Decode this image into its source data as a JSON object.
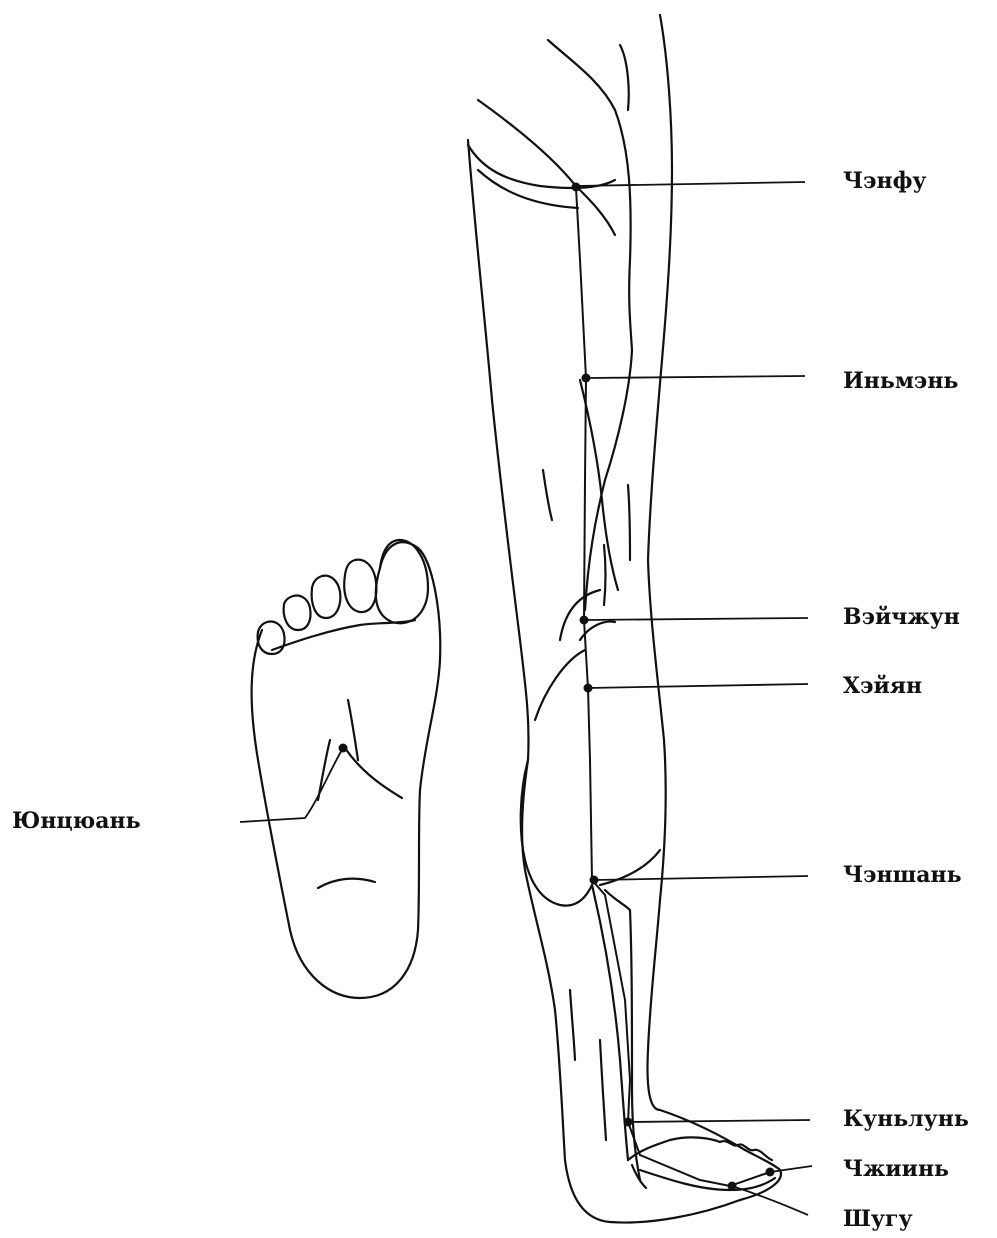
{
  "points": {
    "chengfu": "Чэнфу",
    "yinmen": "Иньмэнь",
    "weizhong": "Вэйчжун",
    "heyang": "Хэйян",
    "chengshan": "Чэншань",
    "kunlun": "Куньлунь",
    "zhiyin": "Чжиинь",
    "shugu": "Шугу",
    "yongquan": "Юнцюань"
  },
  "colors": {
    "ink": "#111111",
    "background": "#ffffff"
  }
}
